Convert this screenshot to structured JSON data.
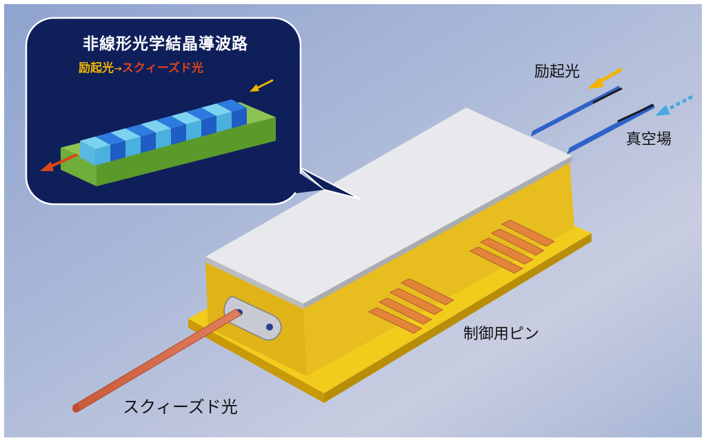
{
  "inset": {
    "title": "非線形光学結晶導波路",
    "subtitle_pump": "励起光",
    "subtitle_arrow": "→",
    "subtitle_squeezed": "スクィーズド光"
  },
  "labels": {
    "pump_light": "励起光",
    "vacuum_field": "真空場",
    "control_pins": "制御用ピン",
    "squeezed_light": "スクィーズド光"
  },
  "colors": {
    "background": "#9fb2d6",
    "housing": "#e6be1e",
    "lid": "#e8e9ec",
    "inset_panel": "#0f1f5a",
    "pump": "#f2b400",
    "squeezed": "#d9461a",
    "fiber_taper": "#2f62c9",
    "vacuum": "#4aa8e0"
  }
}
